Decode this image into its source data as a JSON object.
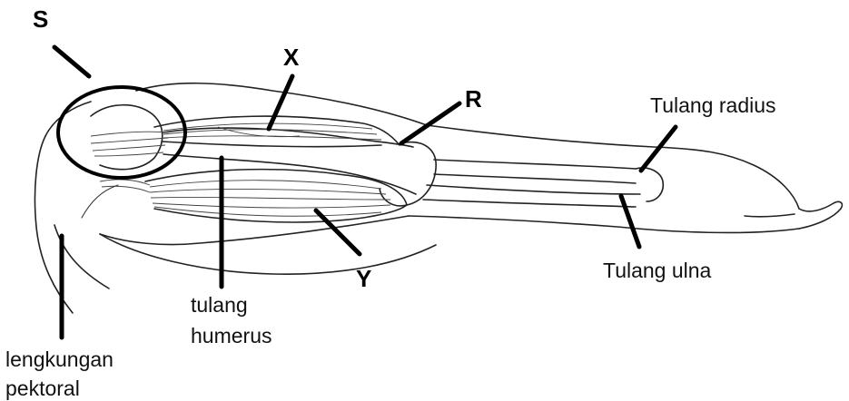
{
  "labels": {
    "s": "S",
    "x": "X",
    "r": "R",
    "y": "Y",
    "radius": "Tulang radius",
    "ulna": "Tulang ulna",
    "humerus_line1": "tulang",
    "humerus_line2": "humerus",
    "pectoral_line1": "lengkungan",
    "pectoral_line2": "pektoral"
  }
}
